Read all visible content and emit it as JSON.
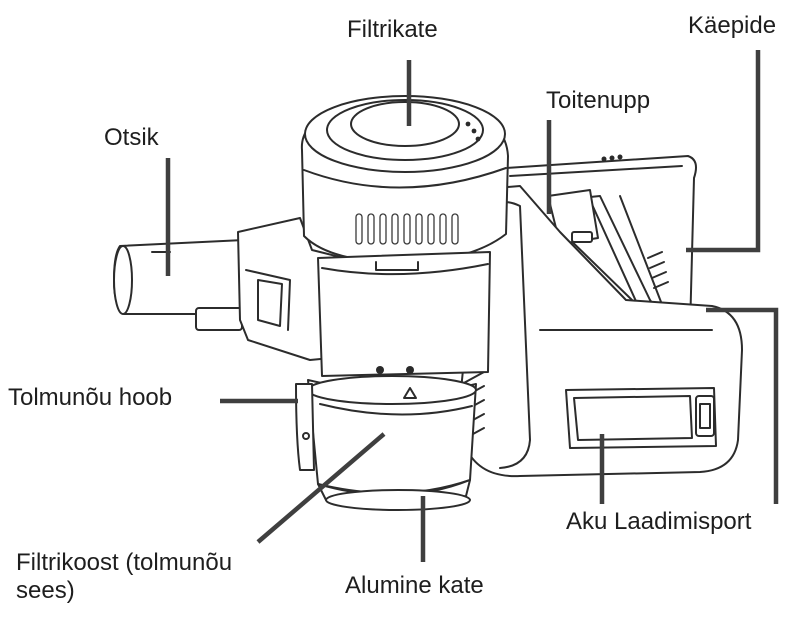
{
  "labels": {
    "filter_cover": "Filtrikate",
    "handle": "Käepide",
    "power_button": "Toitenupp",
    "nozzle": "Otsik",
    "dust_lever": "Tolmunõu hoob",
    "filter_assembly": "Filtrikoost (tolmunõu sees)",
    "bottom_cover": "Alumine kate",
    "charging_port": "Aku Laadimisport"
  },
  "colors": {
    "line": "#2c2c2c",
    "leader": "#3f3f3f",
    "text": "#1e1e1e"
  }
}
